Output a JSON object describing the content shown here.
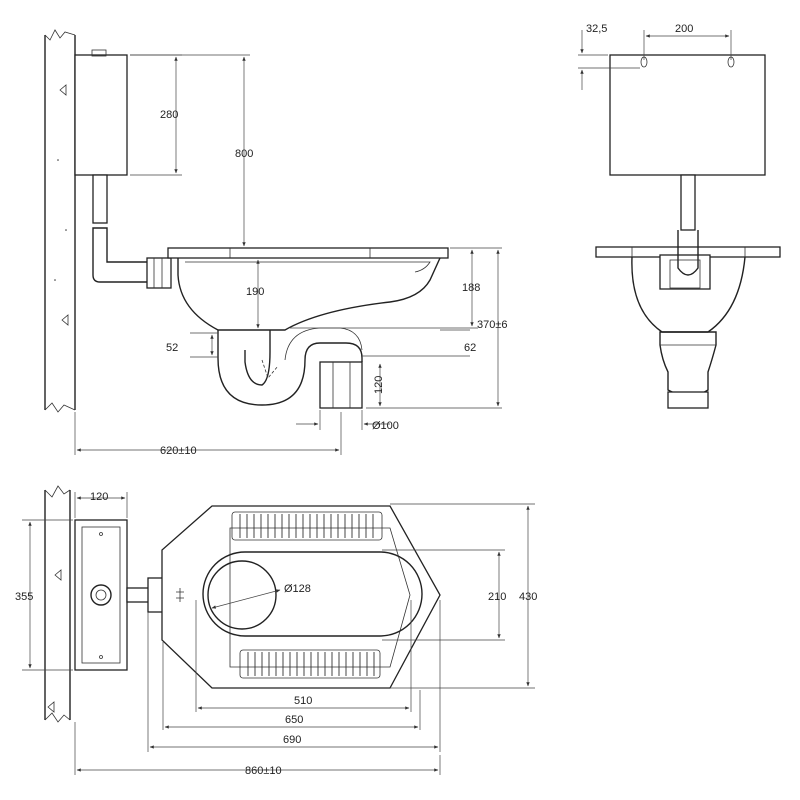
{
  "side_view": {
    "dim_tank_height": "280",
    "dim_total_height": "800",
    "dim_bowl_depth": "190",
    "dim_right_depth": "188",
    "dim_outlet_height": "370±6",
    "dim_trap_left": "52",
    "dim_trap_right": "62",
    "dim_outlet_pipe": "120",
    "dim_outlet_diameter": "Ø100",
    "dim_wall_to_outlet": "620±10"
  },
  "front_view": {
    "dim_hole_offset": "32,5",
    "dim_hole_spacing": "200"
  },
  "top_view": {
    "dim_tank_depth": "120",
    "dim_tank_width": "355",
    "dim_hole_diameter": "Ø128",
    "dim_inner_width": "210",
    "dim_outer_width": "430",
    "dim_inner_length": "510",
    "dim_mid_length": "650",
    "dim_total_length": "690",
    "dim_wall_total": "860±10"
  }
}
